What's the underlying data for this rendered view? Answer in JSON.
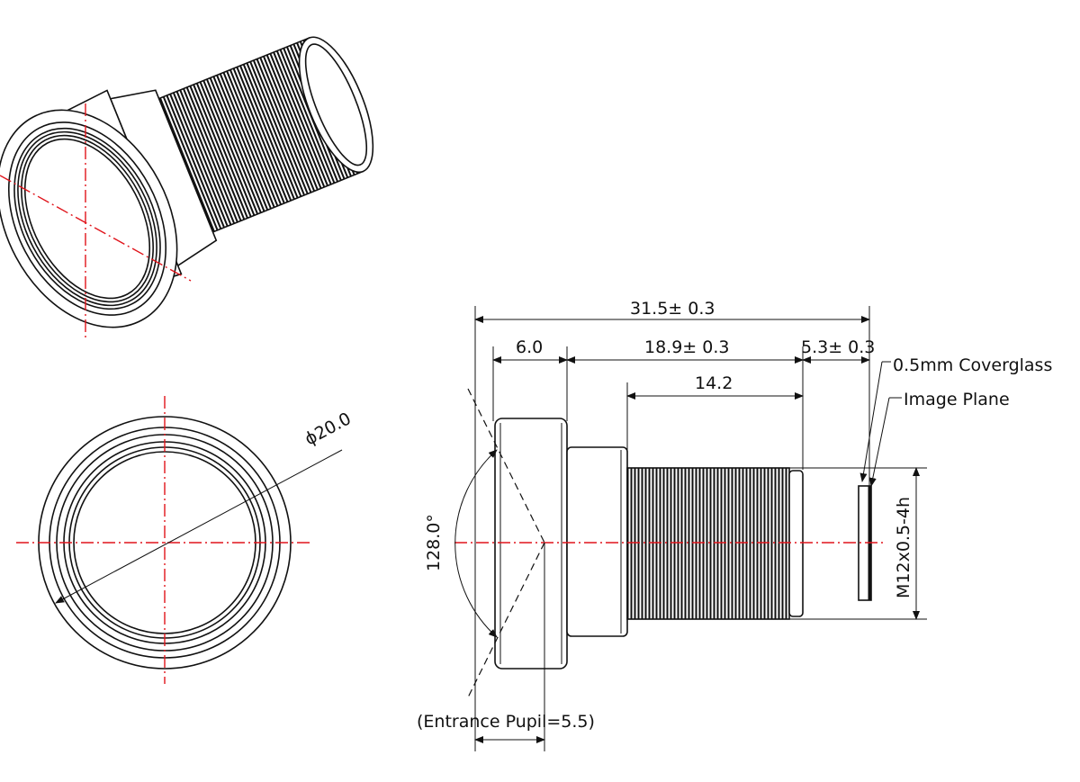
{
  "dimensions": {
    "overall_length": "31.5± 0.3",
    "front_barrel": "6.0",
    "flange_to_sensor": "18.9± 0.3",
    "back_focal": "5.3± 0.3",
    "thread_length": "14.2",
    "field_of_view": "128.0°",
    "thread_spec": "M12x0.5-4h",
    "diameter": "ϕ20.0",
    "entrance_pupil": "(Entrance Pupil=5.5)"
  },
  "labels": {
    "coverglass": "0.5mm Coverglass",
    "image_plane": "Image Plane"
  },
  "colors": {
    "centerline": "#e0141b",
    "line": "#111111"
  }
}
